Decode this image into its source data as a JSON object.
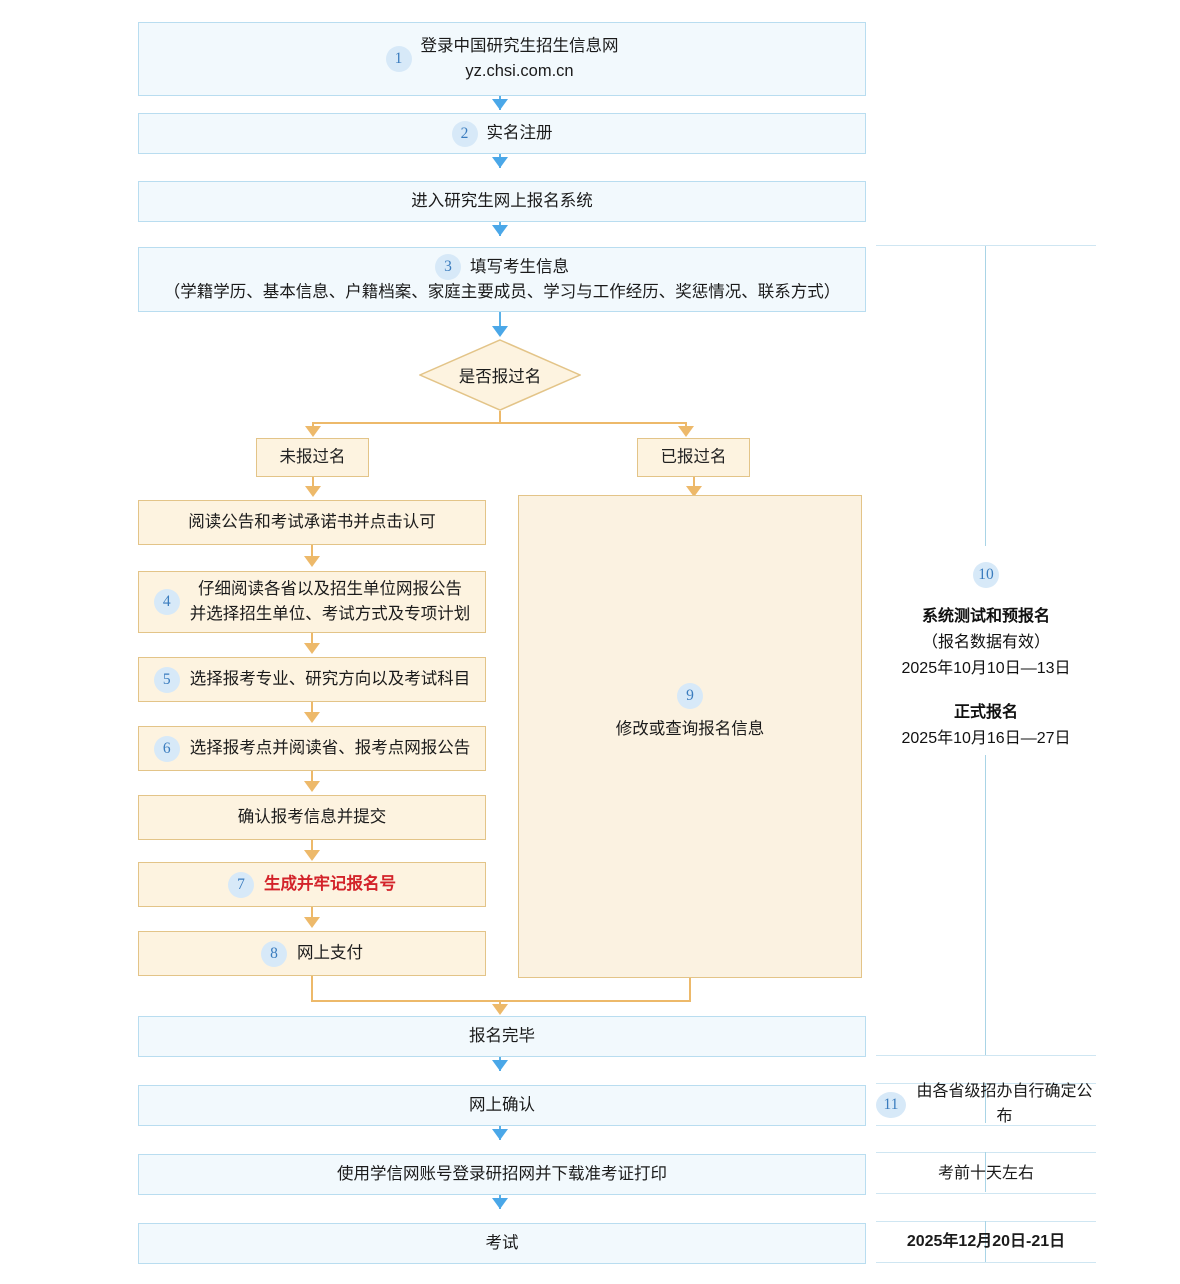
{
  "flow": {
    "step1": {
      "number": "1",
      "line1": "登录中国研究生招生信息网",
      "line2": "yz.chsi.com.cn"
    },
    "step2": {
      "number": "2",
      "label": "实名注册"
    },
    "enter_system": {
      "label": "进入研究生网上报名系统"
    },
    "step3": {
      "number": "3",
      "line1": "填写考生信息",
      "line2": "（学籍学历、基本信息、户籍档案、家庭主要成员、学习与工作经历、奖惩情况、联系方式）"
    },
    "decision": {
      "label": "是否报过名"
    },
    "branch_left": {
      "label": "未报过名"
    },
    "branch_right": {
      "label": "已报过名"
    },
    "read_notice": {
      "label": "阅读公告和考试承诺书并点击认可"
    },
    "step4": {
      "number": "4",
      "line1": "仔细阅读各省以及招生单位网报公告",
      "line2": "并选择招生单位、考试方式及专项计划"
    },
    "step5": {
      "number": "5",
      "label": "选择报考专业、研究方向以及考试科目"
    },
    "step6": {
      "number": "6",
      "label": "选择报考点并阅读省、报考点网报公告"
    },
    "confirm_submit": {
      "label": "确认报考信息并提交"
    },
    "step7": {
      "number": "7",
      "label": "生成并牢记报名号"
    },
    "step8": {
      "number": "8",
      "label": "网上支付"
    },
    "step9": {
      "number": "9",
      "label": "修改或查询报名信息"
    },
    "done": {
      "label": "报名完毕"
    },
    "online_confirm": {
      "label": "网上确认"
    },
    "download_ticket": {
      "label": "使用学信网账号登录研招网并下载准考证打印"
    },
    "exam": {
      "label": "考试"
    }
  },
  "schedule": {
    "step10": {
      "number": "10",
      "title_pre": "系统测试和预报名",
      "note_pre": "（报名数据有效）",
      "date_pre": "2025年10月10日—13日",
      "title_formal": "正式报名",
      "date_formal": "2025年10月16日—27日"
    },
    "step11": {
      "number": "11",
      "label": "由各省级招办自行确定公布"
    },
    "ticket_time": {
      "label": "考前十天左右"
    },
    "exam_date": {
      "label": "2025年12月20日-21日"
    }
  },
  "colors": {
    "blue_fill": "#f2f9fd",
    "blue_border": "#b9ddf0",
    "blue_arrow": "#4aa7e8",
    "orange_fill": "#fdf3e0",
    "orange_border": "#e3c488",
    "orange_arrow": "#edb96a",
    "badge_fill": "#d7e9f8",
    "badge_text": "#3a7cbe",
    "highlight_red": "#d3232a",
    "grid_line": "#cfe6f2"
  }
}
